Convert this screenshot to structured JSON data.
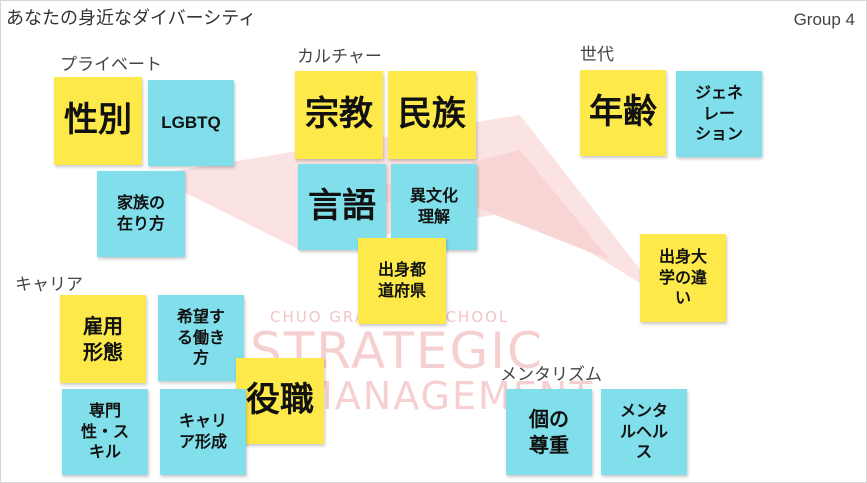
{
  "title": "あなたの身近なダイバーシティ",
  "group_label": "Group 4",
  "watermark": {
    "line1": "CHUO GRADUATE SCHOOL",
    "line2": "STRATEGIC",
    "line3": "MANAGEMENT"
  },
  "categories": {
    "private": "プライベート",
    "culture": "カルチャー",
    "generation": "世代",
    "career": "キャリア",
    "mentalism": "メンタリズム"
  },
  "notes": {
    "gender": "性別",
    "lgbtq": "LGBTQ",
    "family": "家族の\n在り方",
    "religion": "宗教",
    "ethnicity": "民族",
    "language": "言語",
    "intercultural": "異文化\n理解",
    "hometown": "出身都\n道府県",
    "age": "年齢",
    "generation_gap": "ジェネ\nレー\nション",
    "university": "出身大\n学の違\nい",
    "employment": "雇用\n形態",
    "work_style": "希望す\nる働き\n方",
    "position": "役職",
    "expertise": "専門\n性・ス\nキル",
    "career_building": "キャリ\nア形成",
    "individual_respect": "個の\n尊重",
    "mental_health": "メンタ\nルヘル\nス"
  },
  "colors": {
    "yellow": "#fde94a",
    "cyan": "#80dfea",
    "watermark": "#f7c9c9"
  }
}
